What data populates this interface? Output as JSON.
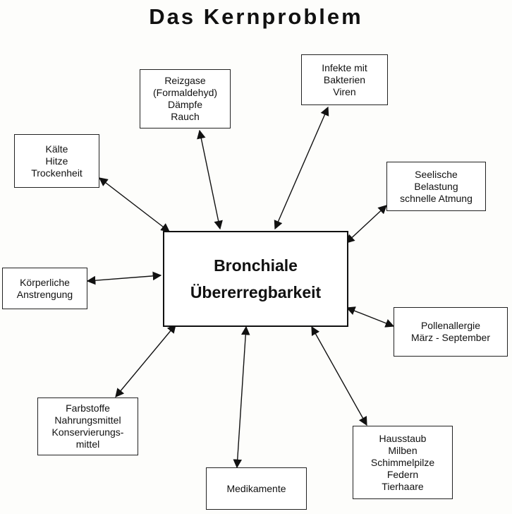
{
  "title": "Das Kernproblem",
  "center": {
    "lines": [
      "Bronchiale",
      "Übererregbarkeit"
    ]
  },
  "factors": {
    "reizgase": [
      "Reizgase",
      "(Formaldehyd)",
      "Dämpfe",
      "Rauch"
    ],
    "infekte": [
      "Infekte mit",
      "Bakterien",
      "Viren"
    ],
    "kaelte": [
      "Kälte",
      "Hitze",
      "Trockenheit"
    ],
    "seelische": [
      "Seelische",
      "Belastung",
      "schnelle Atmung"
    ],
    "koerperliche": [
      "Körperliche",
      "Anstrengung"
    ],
    "pollen": [
      "Pollenallergie",
      "März - September"
    ],
    "farbstoffe": [
      "Farbstoffe",
      "Nahrungsmittel",
      "Konservierungs-",
      "mittel"
    ],
    "hausstaub": [
      "Hausstaub",
      "Milben",
      "Schimmelpilze",
      "Federn",
      "Tierhaare"
    ],
    "medikamente": [
      "Medikamente"
    ]
  }
}
